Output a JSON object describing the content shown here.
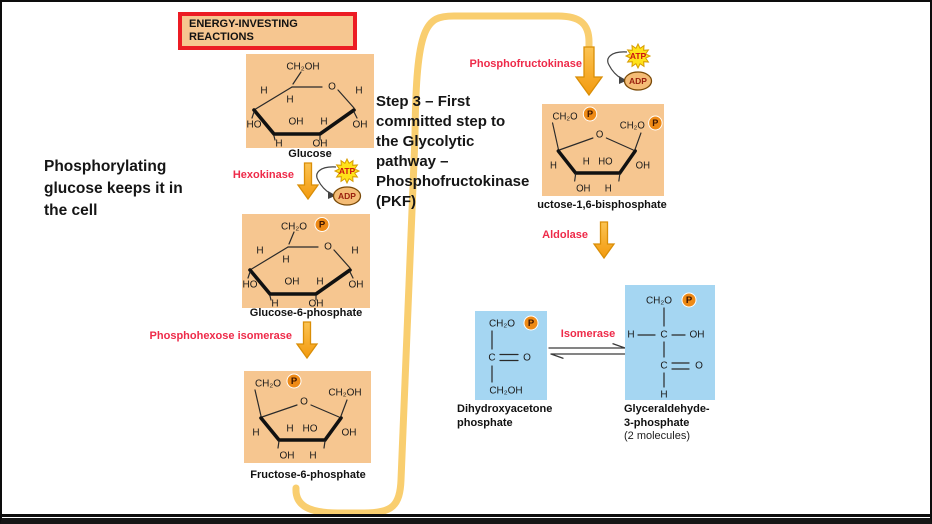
{
  "colors": {
    "box_orange": "#F6C690",
    "box_blue": "#A5D6F2",
    "title_border_red": "#EC1C24",
    "enzyme_red": "#EE2A49",
    "connector_yellow": "#F9CE6F",
    "arrow_orange": "#F5A01B",
    "atp_yellow": "#FFE21A",
    "adp_tan": "#F4BC76",
    "phosphate_orange": "#EE8A16"
  },
  "title_box": {
    "lines": [
      "ENERGY-INVESTING",
      "REACTIONS"
    ]
  },
  "notes": {
    "left": [
      "Phosphorylating",
      "glucose keeps it in",
      "the cell"
    ],
    "step3": [
      "Step 3 – First",
      "committed step to",
      "the Glycolytic",
      "pathway –",
      "Phosphofructokinase",
      "(PKF)"
    ]
  },
  "enzymes": {
    "hexokinase": "Hexokinase",
    "phosphohexose_isomerase": "Phosphohexose isomerase",
    "phosphofructokinase": "Phosphofructokinase",
    "aldolase": "Aldolase",
    "isomerase": "Isomerase"
  },
  "cofactors": {
    "atp": "ATP",
    "adp": "ADP",
    "phosphate": "P"
  },
  "molecules": {
    "glucose": {
      "name": "Glucose",
      "top_group": "CH₂OH",
      "ring_oxygen": "O",
      "h_top_left": "H",
      "h_top_right": "H",
      "h_c5": "H",
      "oh_inner": "OH",
      "h_inner": "H",
      "ho_left": "HO",
      "oh_right": "OH",
      "h_bottom": "H",
      "oh_bottom": "OH"
    },
    "g6p": {
      "name": "Glucose-6-phosphate",
      "top_group": "CH₂O",
      "ring_oxygen": "O",
      "h_top_left": "H",
      "h_top_right": "H",
      "h_c5": "H",
      "oh_inner": "OH",
      "h_inner": "H",
      "ho_left": "HO",
      "oh_right": "OH",
      "h_bottom": "H",
      "oh_bottom": "OH"
    },
    "f6p": {
      "name": "Fructose-6-phosphate",
      "left_group": "CH₂O",
      "right_group": "CH₂OH",
      "ring_oxygen": "O",
      "h_inner": "H",
      "ho_inner": "HO",
      "h_left": "H",
      "oh_right": "OH",
      "oh_bottom": "OH",
      "h_bottom": "H"
    },
    "f16bp": {
      "name": "uctose-1,6-bisphosphate",
      "left_group": "CH₂O",
      "right_group": "CH₂O",
      "ring_oxygen": "O",
      "h_inner": "H",
      "ho_inner": "HO",
      "h_left": "H",
      "oh_right": "OH",
      "oh_bottom": "OH",
      "h_bottom": "H"
    },
    "dhap": {
      "name_lines": [
        "Dihydroxyacetone",
        "phosphate"
      ],
      "top_group": "CH₂O",
      "carbonyl_c": "C",
      "carbonyl_o": "O",
      "bottom_group": "CH₂OH"
    },
    "g3p": {
      "name_lines": [
        "Glyceraldehyde-",
        "3-phosphate"
      ],
      "note": "(2 molecules)",
      "top_group": "CH₂O",
      "h_left": "H",
      "c1": "C",
      "oh_right": "OH",
      "carbonyl_c": "C",
      "carbonyl_o": "O",
      "h_bottom": "H"
    }
  }
}
